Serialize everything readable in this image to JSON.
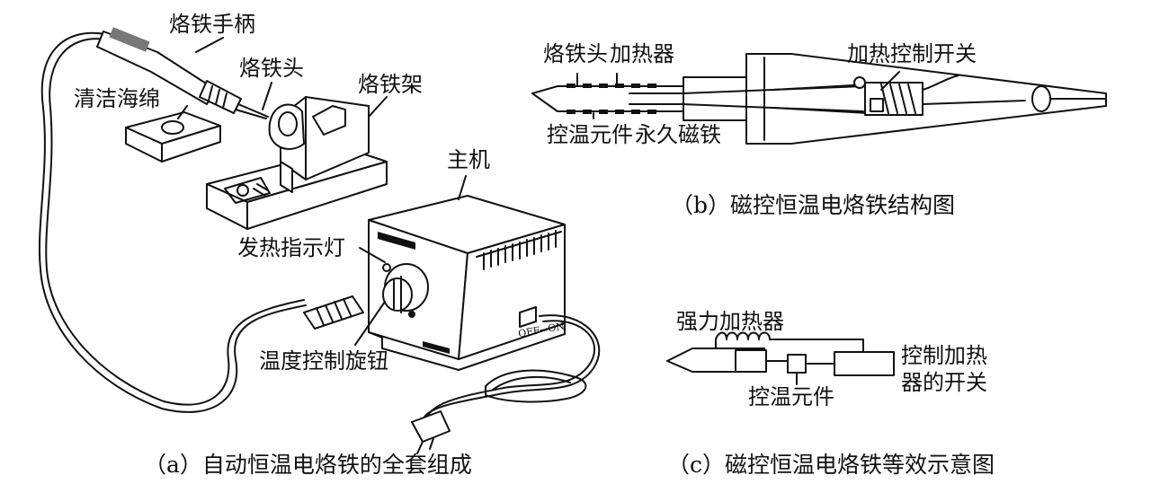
{
  "panel_a": {
    "labels": {
      "handle": "烙铁手柄",
      "tip": "烙铁头",
      "sponge": "清洁海绵",
      "stand": "烙铁架",
      "main_unit": "主机",
      "indicator": "发热指示灯",
      "knob": "温度控制旋钮",
      "switch_text": "OFF→ON"
    },
    "caption": "（a）自动恒温电烙铁的全套组成"
  },
  "panel_b": {
    "labels": {
      "tip": "烙铁头",
      "heater": "加热器",
      "heat_switch": "加热控制开关",
      "temp_element": "控温元件",
      "magnet": "永久磁铁"
    },
    "caption": "（b）磁控恒温电烙铁结构图"
  },
  "panel_c": {
    "labels": {
      "strong_heater": "强力加热器",
      "temp_element": "控温元件",
      "switch_line1": "控制加热",
      "switch_line2": "器的开关"
    },
    "caption": "（c）磁控恒温电烙铁等效示意图"
  }
}
